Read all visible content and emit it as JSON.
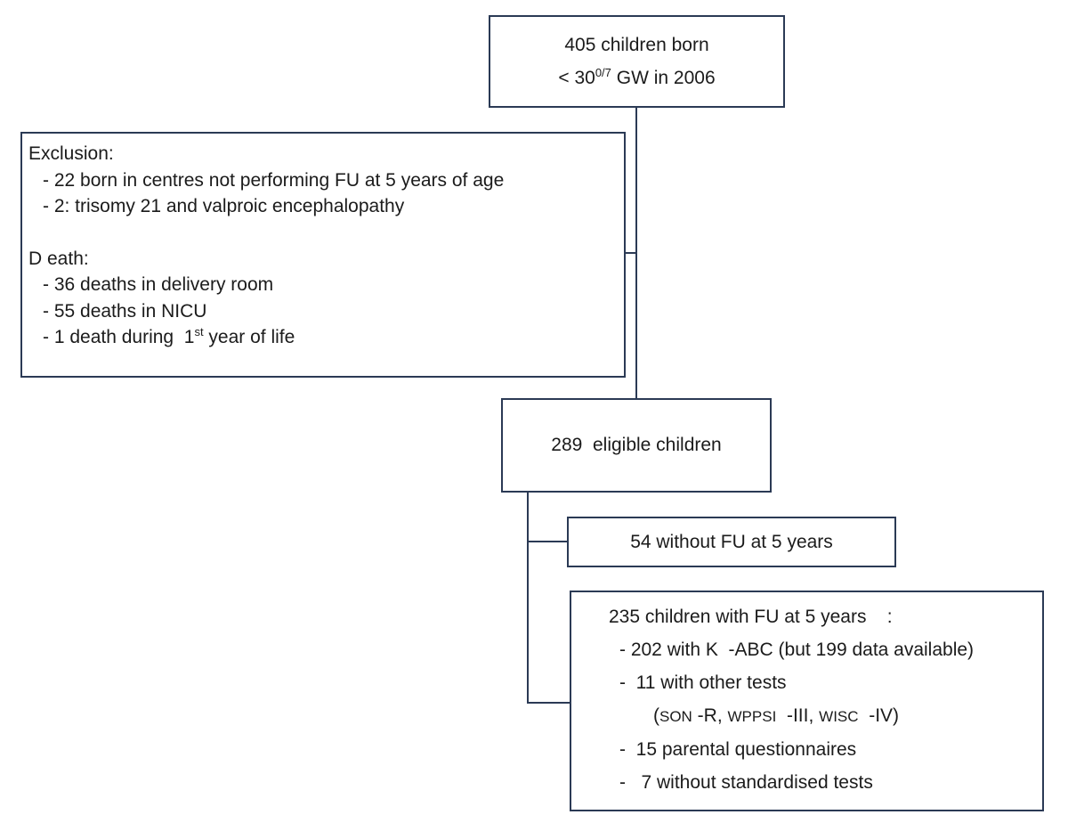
{
  "colors": {
    "border": "#2b3a55",
    "text": "#1b1b1b",
    "background": "#ffffff"
  },
  "born_box": {
    "line1": "405 children born",
    "line2_prefix": "< 30",
    "line2_sup": "0/7",
    "line2_suffix": " GW in 2006"
  },
  "exclusion_box": {
    "heading_exclusion": "Exclusion:",
    "items_exclusion": [
      "- 22 born in centres not performing FU at 5 years of age",
      "- 2: trisomy 21 and valproic encephalopathy"
    ],
    "heading_death": "D eath:",
    "items_death": [
      "- 36 deaths in delivery room",
      "- 55 deaths in NICU"
    ],
    "death_last": {
      "prefix": "- 1 death during  1",
      "sup": "st",
      "suffix": " year of life"
    }
  },
  "eligible_box": {
    "label": "289  eligible children"
  },
  "no_fu_box": {
    "label": "54 without FU at 5 years"
  },
  "fu_box": {
    "title": "235 children with FU at 5 years    :",
    "item_kabc": "- 202 with K  -ABC (but 199 data available)",
    "item_other": "-  11 with other tests",
    "tests_detail": {
      "p1": "(",
      "s1": "SON",
      "p2": " -R, ",
      "s2": "WPPSI",
      "p3": "  -III, ",
      "s3": "WISC",
      "p4": "  -IV)"
    },
    "item_parental": "-  15 parental questionnaires",
    "item_no_tests": "-   7 without standardised tests"
  }
}
